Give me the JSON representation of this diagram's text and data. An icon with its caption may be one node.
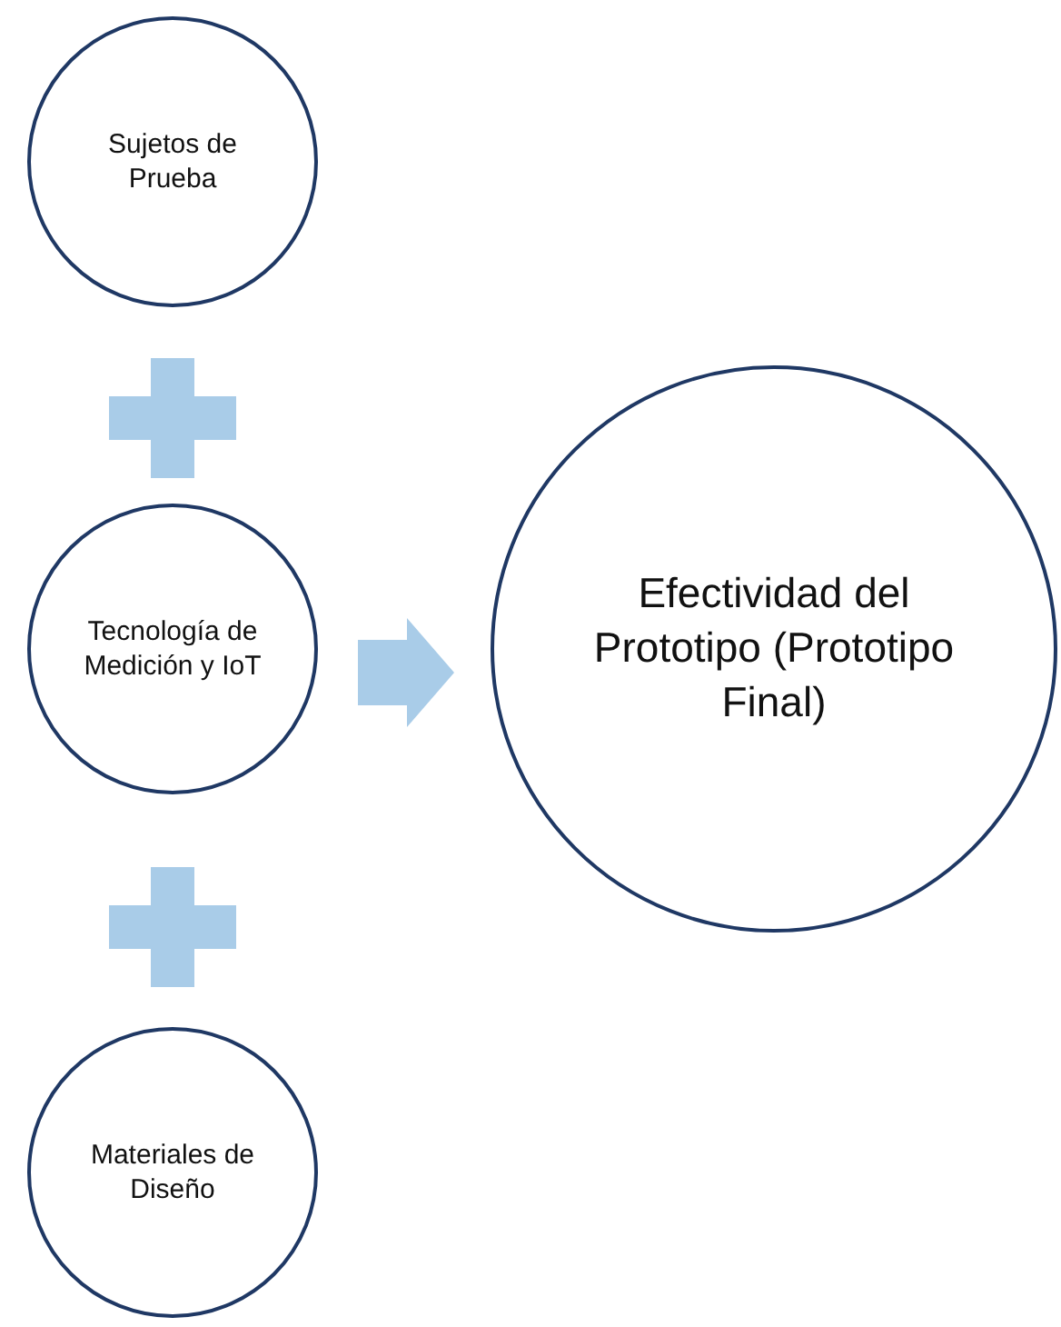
{
  "diagram": {
    "nodes": [
      {
        "text": [
          "Sujetos de Prueba"
        ]
      },
      {
        "text": [
          "Tecnología de Medición y IoT"
        ]
      },
      {
        "text": [
          "Materiales de Diseño"
        ]
      },
      {
        "text": [
          "Efectividad del Prototipo (Prototipo Final)"
        ]
      }
    ],
    "edges": [
      {
        "from": 1,
        "to": 3,
        "arrow": "to"
      }
    ]
  }
}
